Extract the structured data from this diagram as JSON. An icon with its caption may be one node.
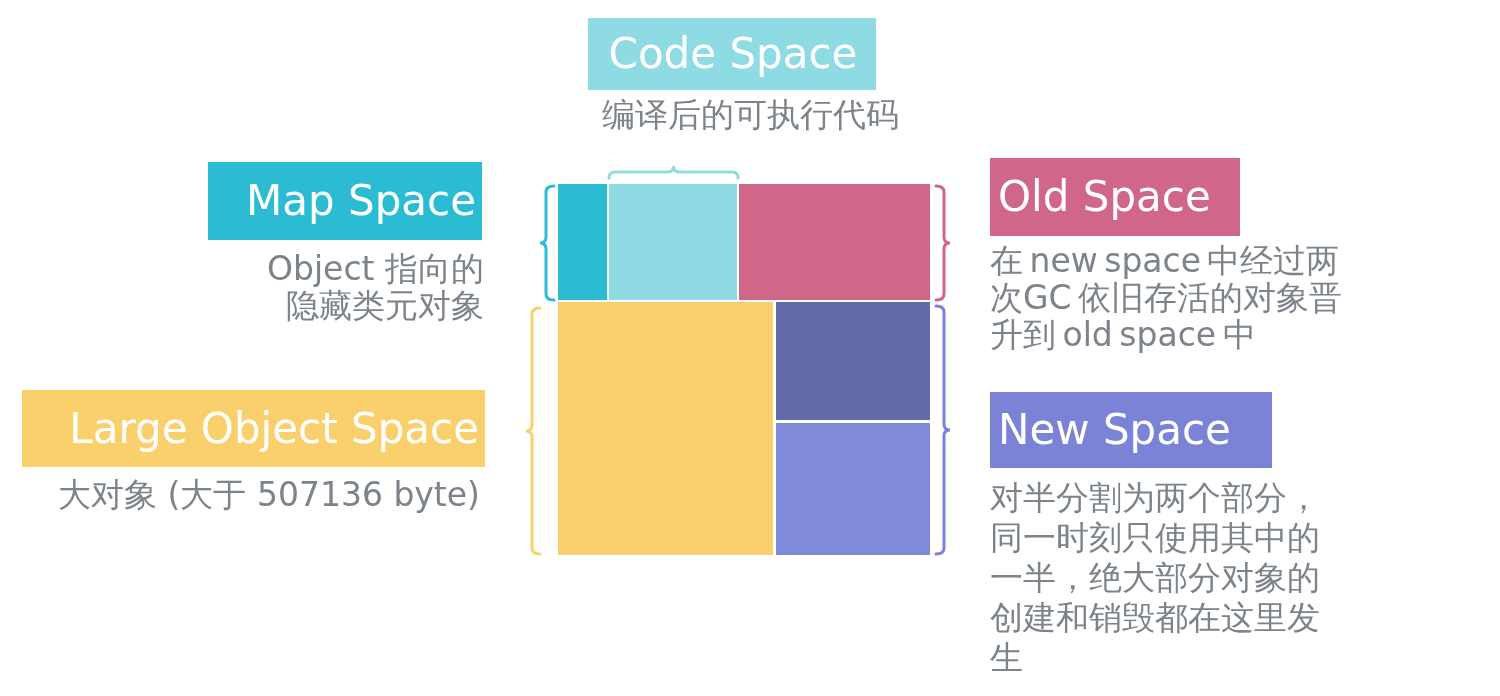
{
  "diagram": {
    "nodes": [
      {
        "text": [
          "Code Space",
          "编译后的可执行代码"
        ]
      },
      {
        "text": [
          "Map Space",
          "Object 指向的隐藏类元对象"
        ]
      },
      {
        "text": [
          "Old Space",
          "在 new space 中经过两次GC 依旧存活的对象晋升到 old space 中"
        ]
      },
      {
        "text": [
          "Large Object Space",
          "大对象 (大于 507136 byte)"
        ]
      },
      {
        "text": [
          "New Space",
          "对半分割为两个部分，同一时刻只使用其中的一半，绝大部分对象的创建和销毁都在这里发生"
        ]
      },
      {
        "text": [],
        "shape": "box"
      },
      {
        "text": [],
        "shape": "box"
      },
      {
        "text": [],
        "shape": "box"
      },
      {
        "text": [],
        "shape": "box"
      },
      {
        "text": [],
        "shape": "box"
      },
      {
        "text": [],
        "shape": "box"
      }
    ]
  }
}
